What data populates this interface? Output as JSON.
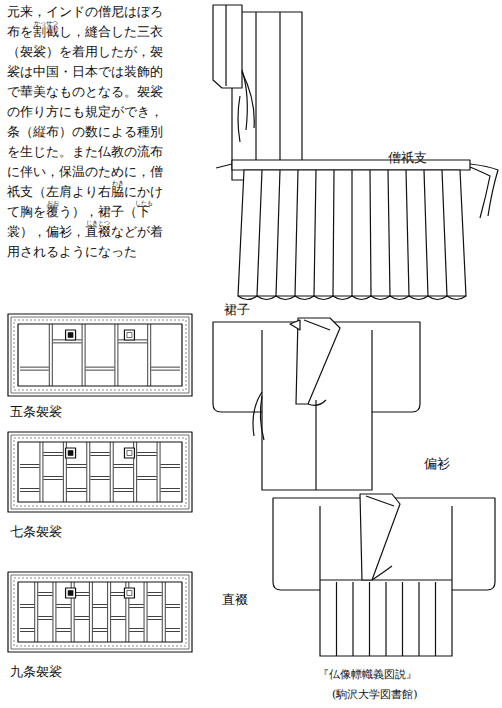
{
  "diagram": {
    "labels": [
      "元来，インドの僧尼はぼろ布を割截し，縫合した三衣（袈裟）を着用したが，袈裟は中国・日本では装飾的で華美なものとなる。袈裟の作り方にも規定ができ，条（縦布）の数による種別を生じた。また仏教の流布に伴い，保温のために，僧祇支（左肩より右脇にかけて胸を覆う），裙子（下裳），偏衫，直裰などが着用されるようになった",
      "かっせつ",
      "わき",
      "おお",
      "したも",
      "じきとつ",
      "僧祇支",
      "裙子",
      "偏衫",
      "直裰",
      "五条袈裟",
      "七条袈裟",
      "九条袈裟",
      "『仏像幖幟義図説』",
      "(駒沢大学図書館)"
    ]
  }
}
